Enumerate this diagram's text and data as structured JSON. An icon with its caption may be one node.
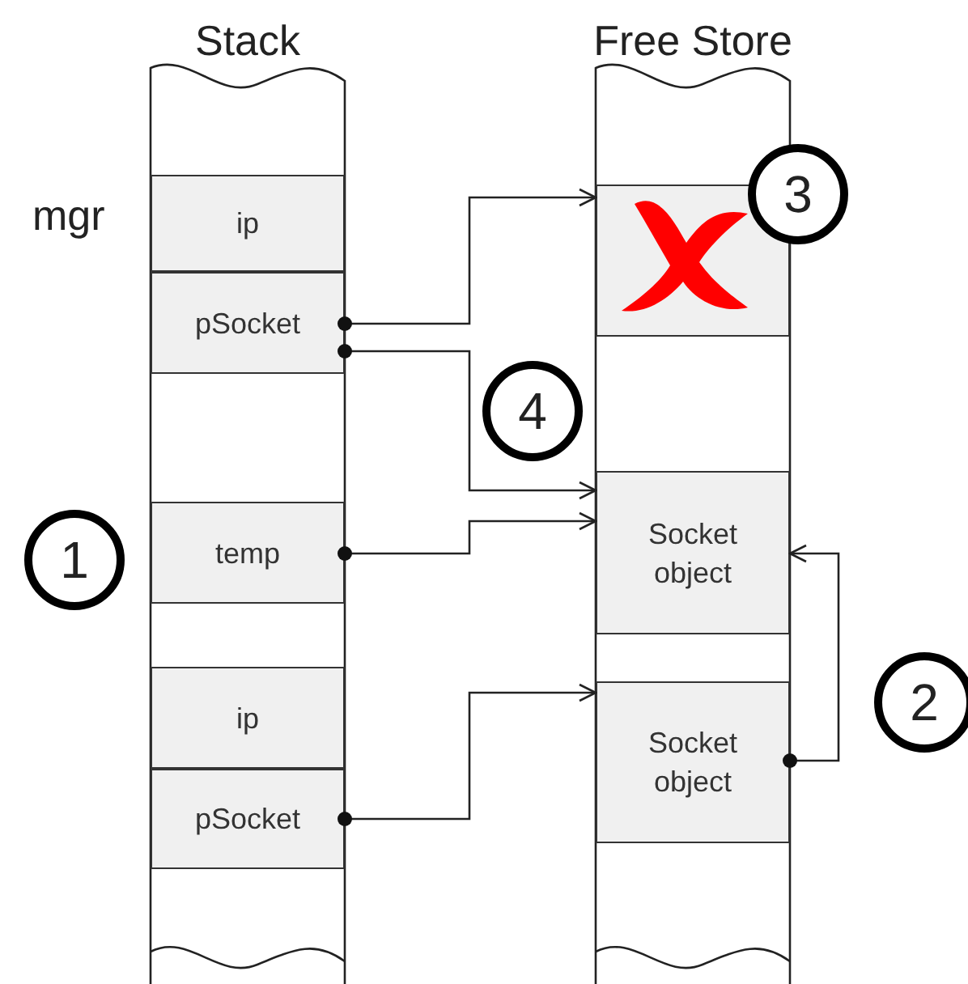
{
  "diagram": {
    "nodes": [
      {
        "text": [
          "Stack"
        ]
      },
      {
        "text": [
          "ip"
        ],
        "in": 0
      },
      {
        "text": [
          "pSocket"
        ],
        "in": 0
      },
      {
        "text": [
          "temp"
        ],
        "in": 0
      },
      {
        "text": [
          "ip"
        ],
        "in": 0
      },
      {
        "text": [
          "pSocket"
        ],
        "in": 0
      },
      {
        "text": [
          "Free Store"
        ]
      },
      {
        "text": [],
        "shape": "box",
        "in": 6
      },
      {
        "text": [
          "Socket object"
        ],
        "in": 6
      },
      {
        "text": [
          "Socket object"
        ],
        "in": 6
      }
    ],
    "edges": [
      {
        "from": 2,
        "to": 7,
        "arrow": "to"
      },
      {
        "from": 2,
        "to": 8,
        "arrow": "to"
      },
      {
        "from": 3,
        "to": 8,
        "arrow": "to"
      },
      {
        "from": 5,
        "to": 9,
        "arrow": "to"
      },
      {
        "from": 9,
        "to": 8,
        "arrow": "to"
      }
    ],
    "labels": [
      "mgr",
      "1",
      "2",
      "3",
      "4"
    ]
  }
}
